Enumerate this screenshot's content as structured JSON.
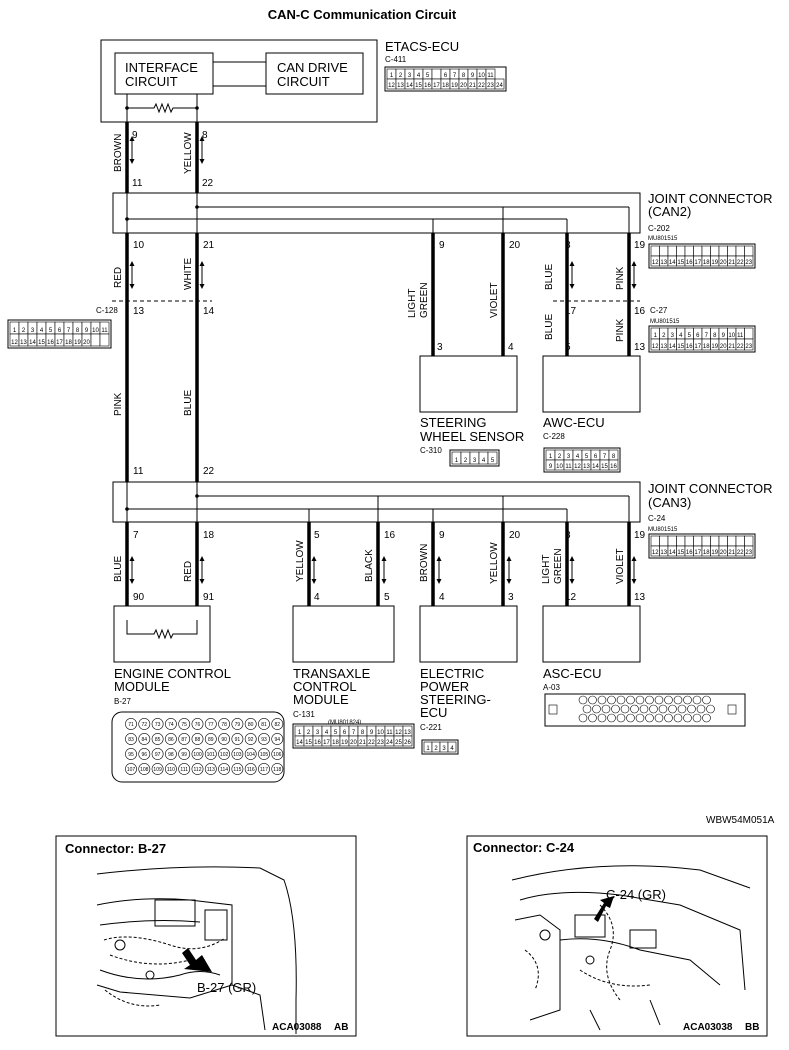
{
  "title": "CAN-C Communication Circuit",
  "etacs": {
    "name": "ETACS-ECU",
    "connector": "C-411",
    "interface": [
      "INTERFACE",
      "CIRCUIT"
    ],
    "can_drive": [
      "CAN DRIVE",
      "CIRCUIT"
    ],
    "pin_left": "9",
    "pin_right": "8",
    "wire_left": "BROWN",
    "wire_right": "YELLOW",
    "conn_row1": [
      "1",
      "2",
      "3",
      "4",
      "5",
      "",
      "6",
      "7",
      "8",
      "9",
      "10",
      "11"
    ],
    "conn_row2": [
      "12",
      "13",
      "14",
      "15",
      "16",
      "17",
      "18",
      "19",
      "20",
      "21",
      "22",
      "23",
      "24"
    ]
  },
  "can2": {
    "name": [
      "JOINT CONNECTOR",
      "(CAN2)"
    ],
    "connector": "C-202",
    "part": "MU801515",
    "top_pins": [
      "11",
      "22"
    ],
    "bottom_pins": [
      "10",
      "21",
      "9",
      "20",
      "8",
      "19"
    ],
    "wire_colors": [
      "RED",
      "WHITE",
      "LIGHT",
      "GREEN",
      "VIOLET",
      "BLUE",
      "PINK"
    ],
    "conn_row1": [
      "",
      "",
      "",
      "",
      "",
      "",
      "",
      "",
      "",
      "",
      ""
    ],
    "conn_row2": [
      "12",
      "13",
      "14",
      "15",
      "16",
      "17",
      "18",
      "19",
      "20",
      "21",
      "22",
      "23"
    ]
  },
  "c128": {
    "connector": "C-128",
    "pins": [
      "13",
      "14"
    ],
    "row1": [
      "1",
      "2",
      "3",
      "4",
      "5",
      "6",
      "7",
      "8",
      "9",
      "10",
      "11"
    ],
    "row2": [
      "12",
      "13",
      "14",
      "15",
      "16",
      "17",
      "18",
      "19",
      "20"
    ]
  },
  "c27": {
    "connector": "C-27",
    "part": "MU801515",
    "pins": [
      "17",
      "16"
    ],
    "row1": [
      "1",
      "2",
      "3",
      "4",
      "5",
      "6",
      "7",
      "8",
      "9",
      "10",
      "11"
    ],
    "row2": [
      "12",
      "13",
      "14",
      "15",
      "16",
      "17",
      "18",
      "19",
      "20",
      "21",
      "22",
      "23"
    ]
  },
  "middle": {
    "wire_left": "PINK",
    "wire_right": "BLUE",
    "wire_blue": "BLUE",
    "wire_pink": "PINK"
  },
  "steering": {
    "name": [
      "STEERING",
      "WHEEL SENSOR"
    ],
    "connector": "C-310",
    "pins": [
      "3",
      "4"
    ],
    "cells": [
      "1",
      "2",
      "3",
      "4",
      "5"
    ]
  },
  "awc": {
    "name": "AWC-ECU",
    "connector": "C-228",
    "pins": [
      "5",
      "13"
    ],
    "row1": [
      "1",
      "2",
      "3",
      "4",
      "5",
      "6",
      "7",
      "8"
    ],
    "row2": [
      "9",
      "10",
      "11",
      "12",
      "13",
      "14",
      "15",
      "16"
    ]
  },
  "can3": {
    "name": [
      "JOINT CONNECTOR",
      "(CAN3)"
    ],
    "connector": "C-24",
    "part": "MU801515",
    "top_pins": [
      "11",
      "22"
    ],
    "bottom_pins": [
      "7",
      "18",
      "5",
      "16",
      "9",
      "20",
      "8",
      "19"
    ],
    "wire_colors": [
      "BLUE",
      "RED",
      "YELLOW",
      "BLACK",
      "BROWN",
      "YELLOW",
      "LIGHT",
      "GREEN",
      "VIOLET"
    ],
    "conn_row2": [
      "12",
      "13",
      "14",
      "15",
      "16",
      "17",
      "18",
      "19",
      "20",
      "21",
      "22",
      "23"
    ]
  },
  "ecm": {
    "name": [
      "ENGINE CONTROL",
      "MODULE"
    ],
    "connector": "B-27",
    "pins": [
      "90",
      "91"
    ],
    "rows": [
      [
        "71",
        "72",
        "73",
        "74",
        "75",
        "76",
        "77",
        "78",
        "79",
        "80",
        "81",
        "82"
      ],
      [
        "83",
        "84",
        "85",
        "86",
        "87",
        "88",
        "89",
        "90",
        "91",
        "92",
        "93",
        "94"
      ],
      [
        "95",
        "96",
        "97",
        "98",
        "99",
        "100",
        "101",
        "102",
        "103",
        "104",
        "105",
        "106"
      ],
      [
        "107",
        "108",
        "109",
        "110",
        "111",
        "112",
        "113",
        "114",
        "115",
        "116",
        "117",
        "118"
      ]
    ]
  },
  "tcm": {
    "name": [
      "TRANSAXLE",
      "CONTROL",
      "MODULE"
    ],
    "connector": "C-131",
    "part": "(MU801824)",
    "pins": [
      "4",
      "5"
    ],
    "row1": [
      "1",
      "2",
      "3",
      "4",
      "5",
      "6",
      "7",
      "8",
      "9",
      "10",
      "11",
      "12",
      "13"
    ],
    "row2": [
      "14",
      "15",
      "16",
      "17",
      "18",
      "19",
      "20",
      "21",
      "22",
      "23",
      "24",
      "25",
      "26"
    ]
  },
  "eps": {
    "name": [
      "ELECTRIC",
      "POWER",
      "STEERING-",
      "ECU"
    ],
    "connector": "C-221",
    "pins": [
      "4",
      "3"
    ],
    "cells": [
      "1",
      "2",
      "3",
      "4"
    ]
  },
  "asc": {
    "name": "ASC-ECU",
    "connector": "A-03",
    "pins": [
      "12",
      "13"
    ]
  },
  "figure_code": "WBW54M051A",
  "photo_left": {
    "title": "Connector: B-27",
    "callout": "B-27 (GR)",
    "code": "ACA03088",
    "suffix": "AB"
  },
  "photo_right": {
    "title": "Connector: C-24",
    "callout": "C-24 (GR)",
    "code": "ACA03038",
    "suffix": "BB"
  }
}
